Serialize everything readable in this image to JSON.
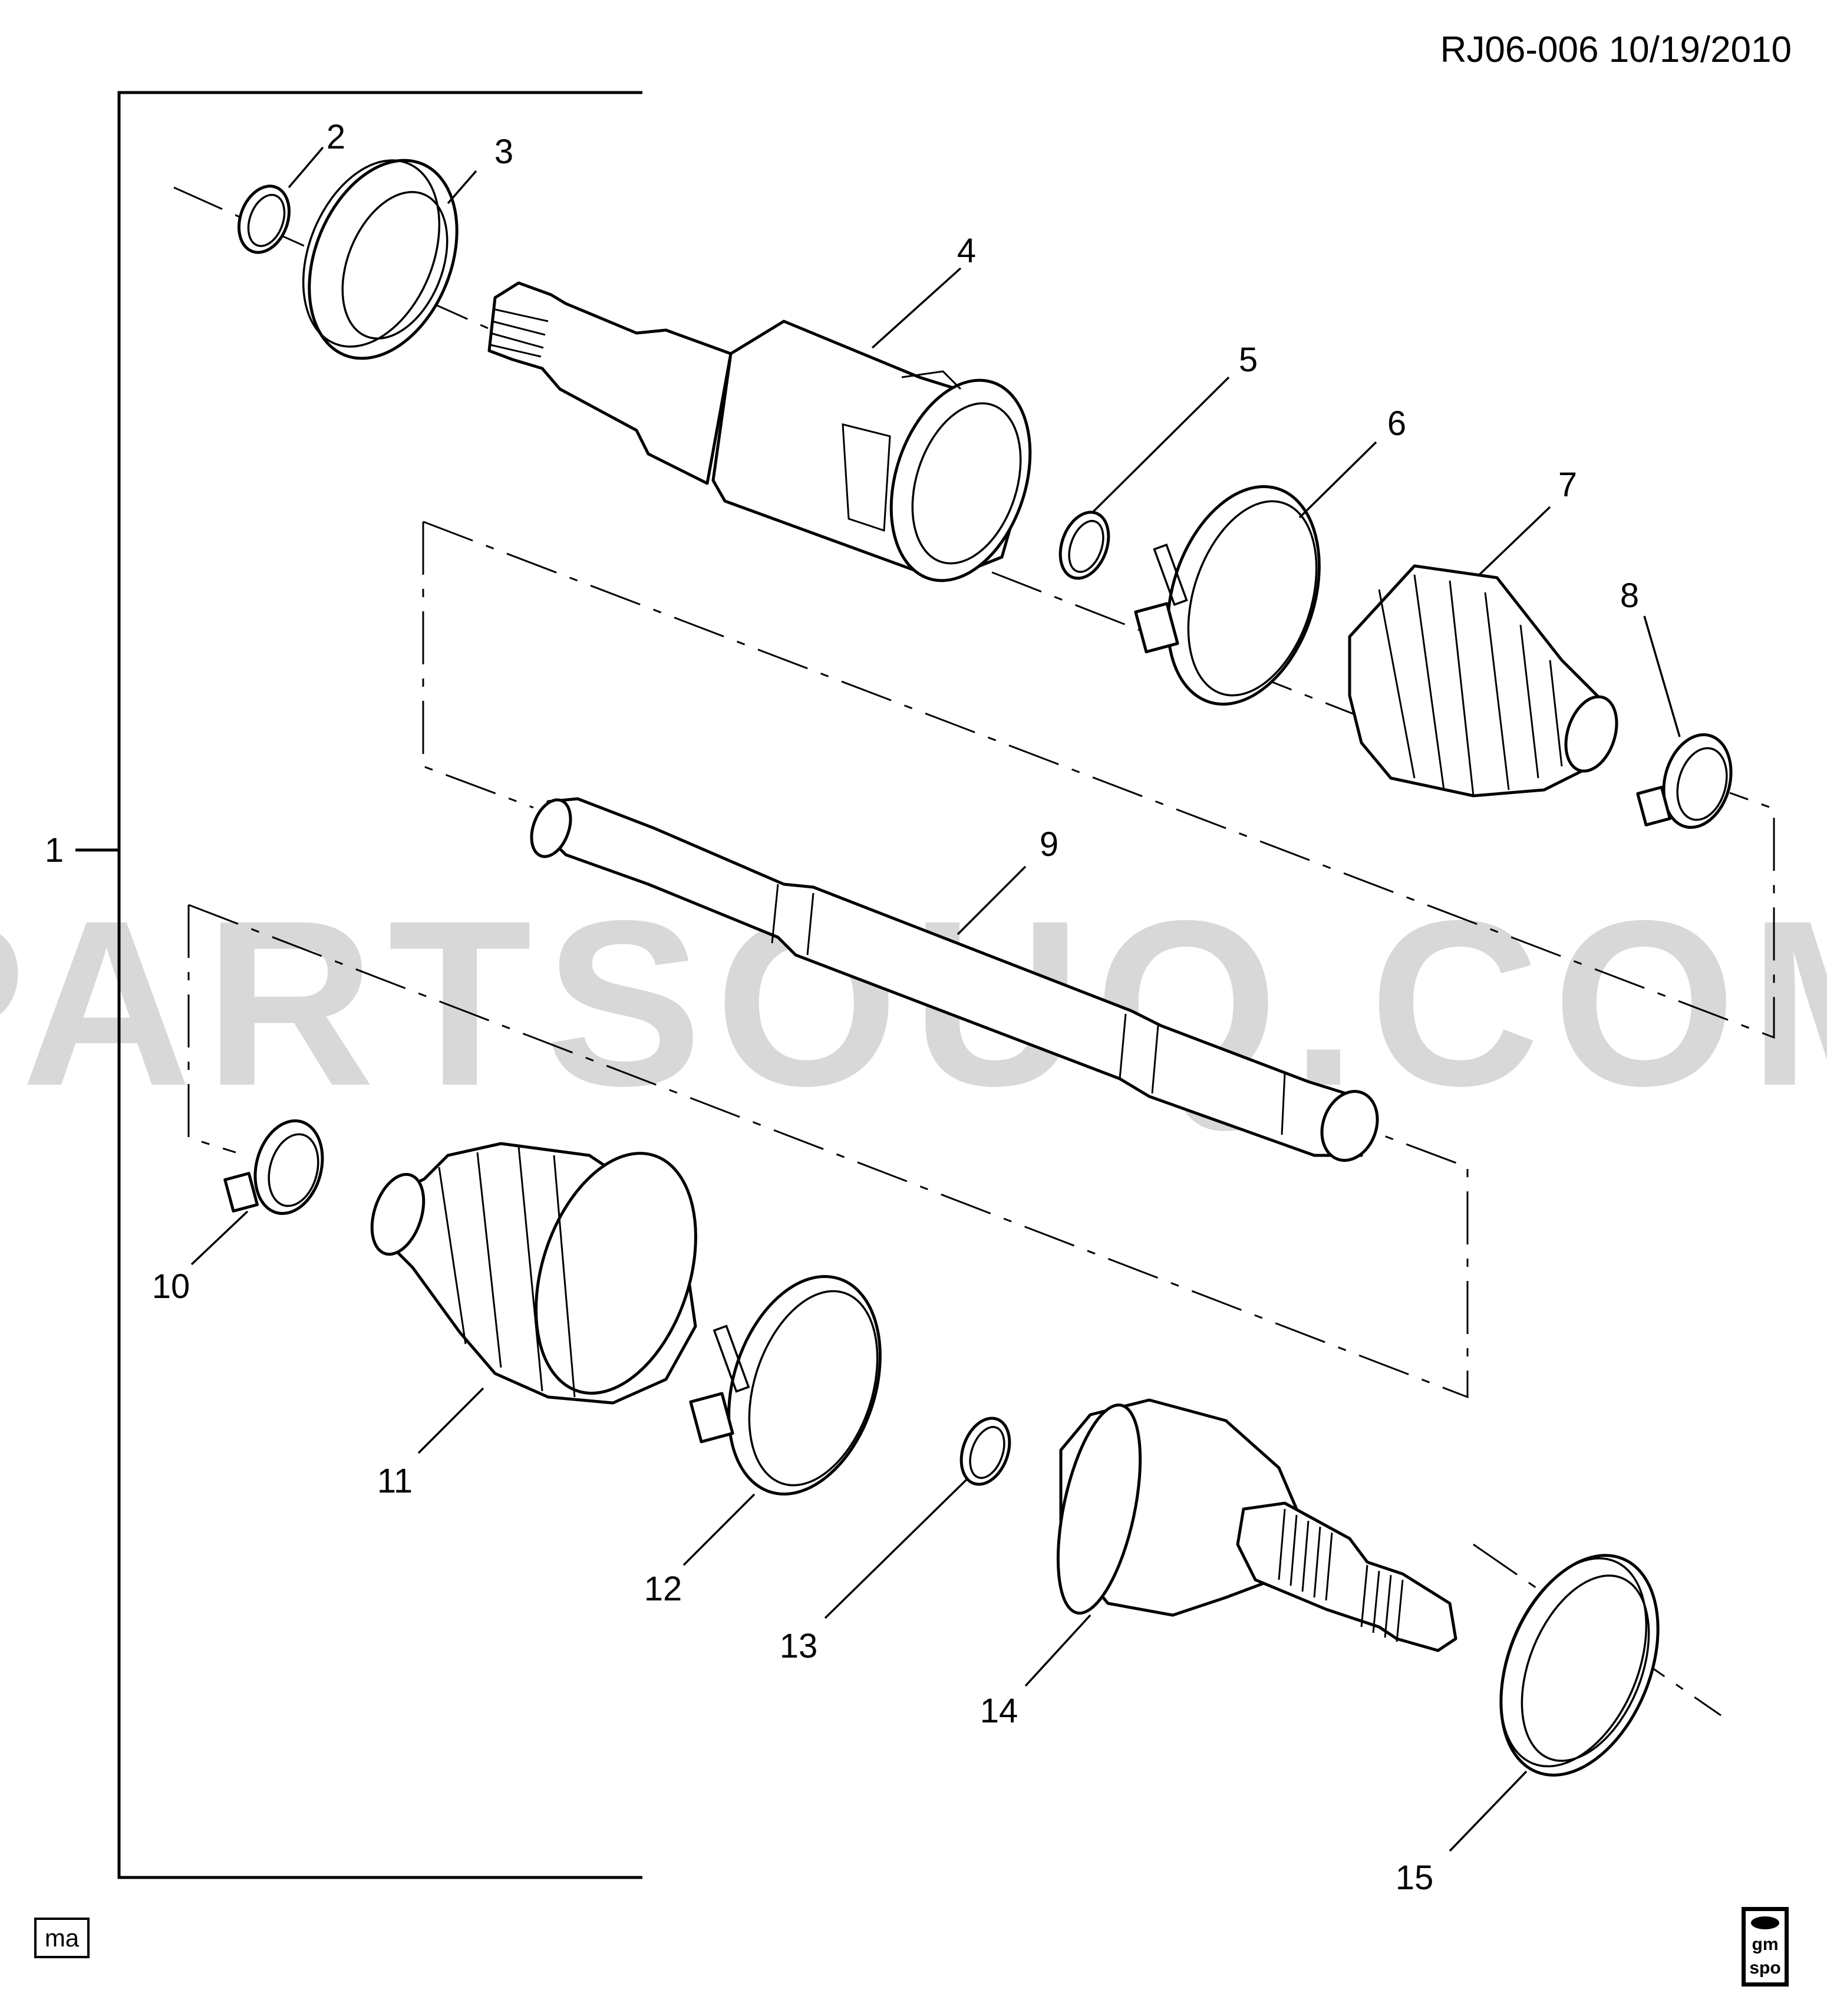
{
  "header": {
    "reference": "RJ06-006  10/19/2010"
  },
  "watermark": {
    "text": "PARTSOUQ.COM"
  },
  "assembly": {
    "label": "1"
  },
  "callouts": [
    {
      "id": "2",
      "label": "2"
    },
    {
      "id": "3",
      "label": "3"
    },
    {
      "id": "4",
      "label": "4"
    },
    {
      "id": "5",
      "label": "5"
    },
    {
      "id": "6",
      "label": "6"
    },
    {
      "id": "7",
      "label": "7"
    },
    {
      "id": "8",
      "label": "8"
    },
    {
      "id": "9",
      "label": "9"
    },
    {
      "id": "10",
      "label": "10"
    },
    {
      "id": "11",
      "label": "11"
    },
    {
      "id": "12",
      "label": "12"
    },
    {
      "id": "13",
      "label": "13"
    },
    {
      "id": "14",
      "label": "14"
    },
    {
      "id": "15",
      "label": "15"
    }
  ],
  "footer": {
    "left_tag": "ma",
    "right_logo_top": "gm",
    "right_logo_bottom": "spo"
  }
}
